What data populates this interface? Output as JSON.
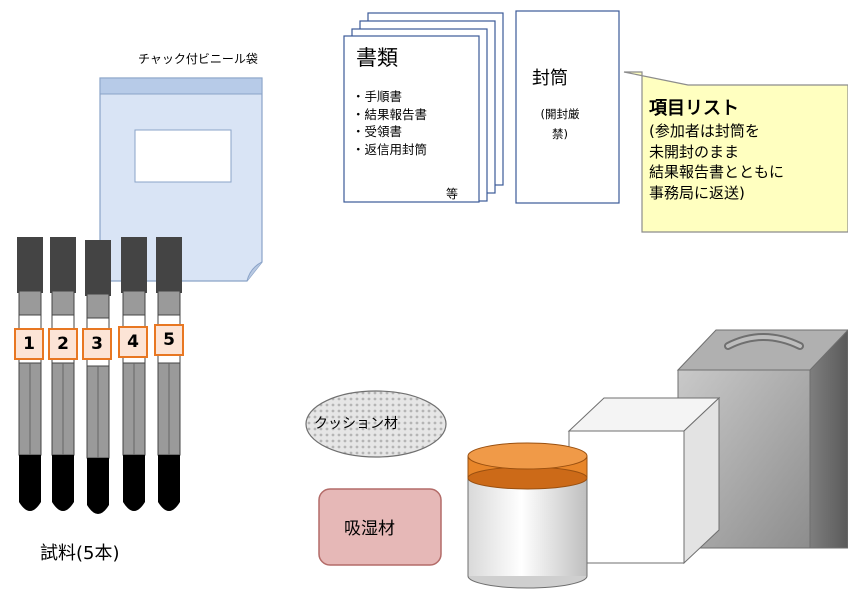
{
  "bag": {
    "label": "チャック付ビニール袋"
  },
  "documents": {
    "title": "書類",
    "items": [
      "・手順書",
      "・結果報告書",
      "・受領書",
      "・返信用封筒"
    ],
    "etc": "等"
  },
  "envelope": {
    "title": "封筒",
    "subtitle_line1": "(開封厳",
    "subtitle_line2": "禁)"
  },
  "callout": {
    "title": "項目リスト",
    "lines": [
      "(参加者は封筒を",
      "未開封のまま",
      "結果報告書とともに",
      "事務局に返送)"
    ],
    "color": "#FFFFC0"
  },
  "tubes": {
    "numbers": [
      "1",
      "2",
      "3",
      "4",
      "5"
    ],
    "label": "試料(5本)",
    "label_color": "#E87722"
  },
  "cushion": {
    "label": "クッション材"
  },
  "desiccant": {
    "label": "吸湿材",
    "color": "#E6B8B7"
  },
  "colors": {
    "bag": "#D9E4F5",
    "jar_lid": "#E8862A",
    "box": "#9A9A9A"
  }
}
